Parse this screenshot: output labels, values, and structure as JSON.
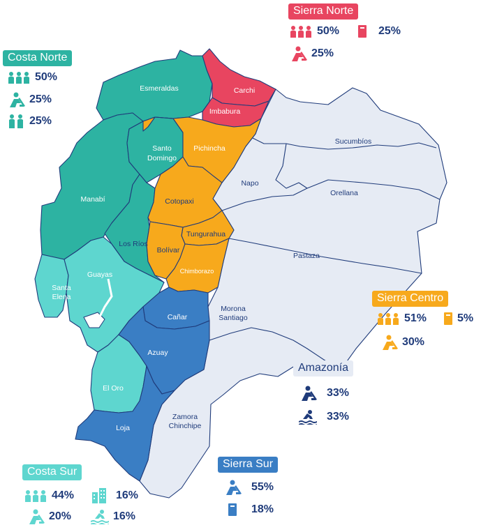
{
  "colors": {
    "costa_norte": "#2db3a2",
    "costa_sur": "#5ed6cf",
    "sierra_norte": "#e84560",
    "sierra_centro": "#f7a91c",
    "sierra_sur": "#3a7ec4",
    "amazonia": "#e6ebf4",
    "border": "#1f3b7a",
    "stat_text": "#1f3b7a"
  },
  "provinces": {
    "esmeraldas": "Esmeraldas",
    "carchi": "Carchi",
    "imbabura": "Imbabura",
    "pichincha": "Pichincha",
    "santo_domingo_1": "Santo",
    "santo_domingo_2": "Domingo",
    "sucumbios": "Sucumbíos",
    "napo": "Napo",
    "orellana": "Orellana",
    "manabi": "Manabí",
    "cotopaxi": "Cotopaxi",
    "los_rios": "Los Ríos",
    "tungurahua": "Tungurahua",
    "bolivar": "Bolívar",
    "pastaza": "Pastaza",
    "guayas": "Guayas",
    "chimborazo": "Chimborazo",
    "santa_elena_1": "Santa",
    "santa_elena_2": "Elena",
    "canar": "Cañar",
    "morona_1": "Morona",
    "morona_2": "Santiago",
    "azuay": "Azuay",
    "el_oro": "El Oro",
    "zamora_1": "Zamora",
    "zamora_2": "Chinchipe",
    "loja": "Loja"
  },
  "regions": {
    "sierra_norte": {
      "name": "Sierra Norte",
      "stats": [
        {
          "icon": "group-icon",
          "value": "50%"
        },
        {
          "icon": "book-icon",
          "value": "25%"
        },
        {
          "icon": "farmer-icon",
          "value": "25%"
        }
      ]
    },
    "costa_norte": {
      "name": "Costa Norte",
      "stats": [
        {
          "icon": "group-icon",
          "value": "50%"
        },
        {
          "icon": "farmer-icon",
          "value": "25%"
        },
        {
          "icon": "couple-icon",
          "value": "25%"
        }
      ]
    },
    "sierra_centro": {
      "name": "Sierra Centro",
      "stats": [
        {
          "icon": "group-icon",
          "value": "51%"
        },
        {
          "icon": "book-icon",
          "value": "5%"
        },
        {
          "icon": "farmer-icon",
          "value": "30%"
        }
      ]
    },
    "amazonia": {
      "name": "Amazonía",
      "stats": [
        {
          "icon": "farmer-icon",
          "value": "33%"
        },
        {
          "icon": "swimmer-icon",
          "value": "33%"
        }
      ]
    },
    "costa_sur": {
      "name": "Costa Sur",
      "stats": [
        {
          "icon": "group-icon",
          "value": "44%"
        },
        {
          "icon": "building-icon",
          "value": "16%"
        },
        {
          "icon": "farmer-icon",
          "value": "20%"
        },
        {
          "icon": "swimmer-icon",
          "value": "16%"
        }
      ]
    },
    "sierra_sur": {
      "name": "Sierra Sur",
      "stats": [
        {
          "icon": "farmer-icon",
          "value": "55%"
        },
        {
          "icon": "book-icon",
          "value": "18%"
        }
      ]
    }
  }
}
